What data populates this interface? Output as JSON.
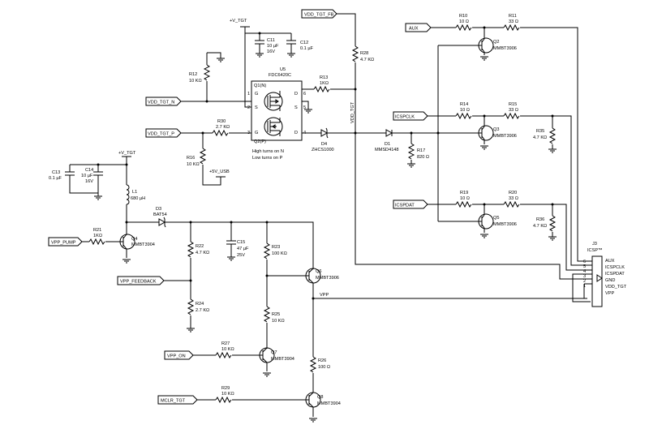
{
  "nets": {
    "vtgt_top": "+V_TGT",
    "vtgt_left": "+V_TGT",
    "vdd_tgt_fb": "VDD_TGT_FB",
    "vdd_tgt_n": "VDD_TGT_N",
    "vdd_tgt_p": "VDD_TGT_P",
    "vdd_tgt_vert": "VDD_TGT",
    "aux": "AUX",
    "icspclk": "ICSPCLK",
    "icspdat": "ICSPDAT",
    "vpp_pump": "VPP_PUMP",
    "vpp_feedback": "VPP_FEEDBACK",
    "vpp_on": "VPP_ON",
    "mclr_tgt": "MCLR_TGT",
    "vpp": "VPP",
    "plus5v_usb": "+5V_USB"
  },
  "components": {
    "c11": {
      "ref": "C11",
      "val1": "10 µF",
      "val2": "16V"
    },
    "c12": {
      "ref": "C12",
      "val1": "0.1 µF"
    },
    "u5": {
      "ref": "U5",
      "part": "FDC6420C",
      "q1": "Q1(N)",
      "q2": "Q2(P)",
      "note1": "High turns on N",
      "note2": "Low turns on P"
    },
    "r12": {
      "ref": "R12",
      "val": "10 KΩ"
    },
    "r13": {
      "ref": "R13",
      "val": "1KΩ"
    },
    "r28": {
      "ref": "R28",
      "val": "4.7 KΩ"
    },
    "r30": {
      "ref": "R30",
      "val": "2.7 KΩ"
    },
    "r16": {
      "ref": "R16",
      "val": "10 KΩ"
    },
    "d4": {
      "ref": "D4",
      "part": "ZHCS1000"
    },
    "d1": {
      "ref": "D1",
      "part": "MMSD4148"
    },
    "r17": {
      "ref": "R17",
      "val": "820 Ω"
    },
    "r10": {
      "ref": "R10",
      "val": "10 Ω"
    },
    "r11": {
      "ref": "R11",
      "val": "33 Ω"
    },
    "q2": {
      "ref": "Q2",
      "part": "MMBT3906"
    },
    "r14": {
      "ref": "R14",
      "val": "10 Ω"
    },
    "r15": {
      "ref": "R15",
      "val": "33 Ω"
    },
    "q3": {
      "ref": "Q3",
      "part": "MMBT3906"
    },
    "r35": {
      "ref": "R35",
      "val": "4.7 KΩ"
    },
    "r19": {
      "ref": "R19",
      "val": "10 Ω"
    },
    "r20": {
      "ref": "R20",
      "val": "33 Ω"
    },
    "q5": {
      "ref": "Q5",
      "part": "MMBT3906"
    },
    "r36": {
      "ref": "R36",
      "val": "4.7 KΩ"
    },
    "c13": {
      "ref": "C13",
      "val1": "0.1 µF"
    },
    "c14": {
      "ref": "C14",
      "val1": "10 µF",
      "val2": "16V"
    },
    "l1": {
      "ref": "L1",
      "val": "680 µH"
    },
    "d3": {
      "ref": "D3",
      "part": "BAT54"
    },
    "r21": {
      "ref": "R21",
      "val": "1KΩ"
    },
    "q4": {
      "ref": "Q4",
      "part": "MMBT3904"
    },
    "r22": {
      "ref": "R22",
      "val": "4.7 KΩ"
    },
    "r24": {
      "ref": "R24",
      "val": "2.7 KΩ"
    },
    "c15": {
      "ref": "C15",
      "val1": "47 µF",
      "val2": "25V"
    },
    "r23": {
      "ref": "R23",
      "val": "100 KΩ"
    },
    "r25": {
      "ref": "R25",
      "val": "10 KΩ"
    },
    "q6": {
      "ref": "Q6",
      "part": "MMBT3906"
    },
    "r27": {
      "ref": "R27",
      "val": "10 KΩ"
    },
    "q7": {
      "ref": "Q7",
      "part": "MMBT3904"
    },
    "r26": {
      "ref": "R26",
      "val": "100 Ω"
    },
    "r29": {
      "ref": "R29",
      "val": "10 KΩ"
    },
    "q8": {
      "ref": "Q8",
      "part": "MMBT3904"
    },
    "j3": {
      "ref": "J3",
      "name": "ICSP™"
    }
  },
  "u5_pins": [
    "1",
    "6",
    "2",
    "3",
    "5",
    "4"
  ],
  "u5_pin_letters": [
    "G",
    "D",
    "S",
    "G",
    "S",
    "D"
  ],
  "connector": {
    "pins": [
      "6",
      "5",
      "4",
      "3",
      "2",
      "1"
    ],
    "labels": [
      "AUX",
      "ICSPCLK",
      "ICSPDAT",
      "GND",
      "VDD_TGT",
      "VPP"
    ]
  }
}
